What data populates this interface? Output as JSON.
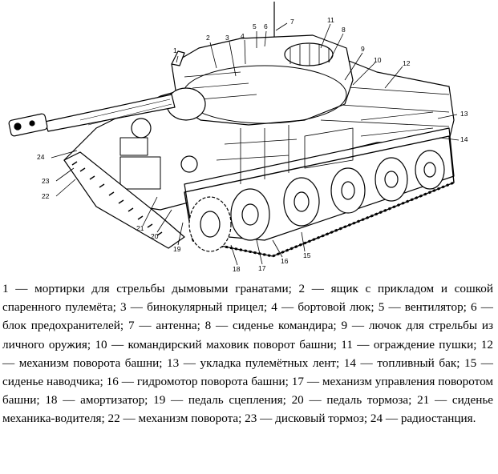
{
  "figure": {
    "callouts": [
      {
        "num": "1"
      },
      {
        "num": "2"
      },
      {
        "num": "3"
      },
      {
        "num": "4"
      },
      {
        "num": "5"
      },
      {
        "num": "6"
      },
      {
        "num": "7"
      },
      {
        "num": "8"
      },
      {
        "num": "9"
      },
      {
        "num": "10"
      },
      {
        "num": "11"
      },
      {
        "num": "12"
      },
      {
        "num": "13"
      },
      {
        "num": "14"
      },
      {
        "num": "15"
      },
      {
        "num": "16"
      },
      {
        "num": "17"
      },
      {
        "num": "18"
      },
      {
        "num": "19"
      },
      {
        "num": "20"
      },
      {
        "num": "21"
      },
      {
        "num": "22"
      },
      {
        "num": "23"
      },
      {
        "num": "24"
      }
    ]
  },
  "caption": {
    "text": "1 — мортирки для стрельбы дымовыми гранатами; 2 — ящик с прикладом и сошкой спаренного пулемёта; 3 — бинокулярный прицел; 4 — бортовой люк; 5 — вентилятор; 6 — блок предохранителей; 7 — антенна; 8 — сиденье командира; 9 — лючок для стрельбы из личного оружия; 10 — командирский маховик поворот башни; 11 — ограждение пушки; 12 — механизм поворота башни; 13 — укладка пулемётных лент; 14 — топливный бак; 15 — сиденье наводчика; 16 — гидромотор поворота башни; 17 — механизм управления поворотом башни; 18 — амортизатор; 19 — педаль сцепления; 20 — педаль тормоза; 21 — сиденье механика-водителя; 22 — механизм поворота; 23 — дисковый тормоз; 24 — радиостанция."
  }
}
